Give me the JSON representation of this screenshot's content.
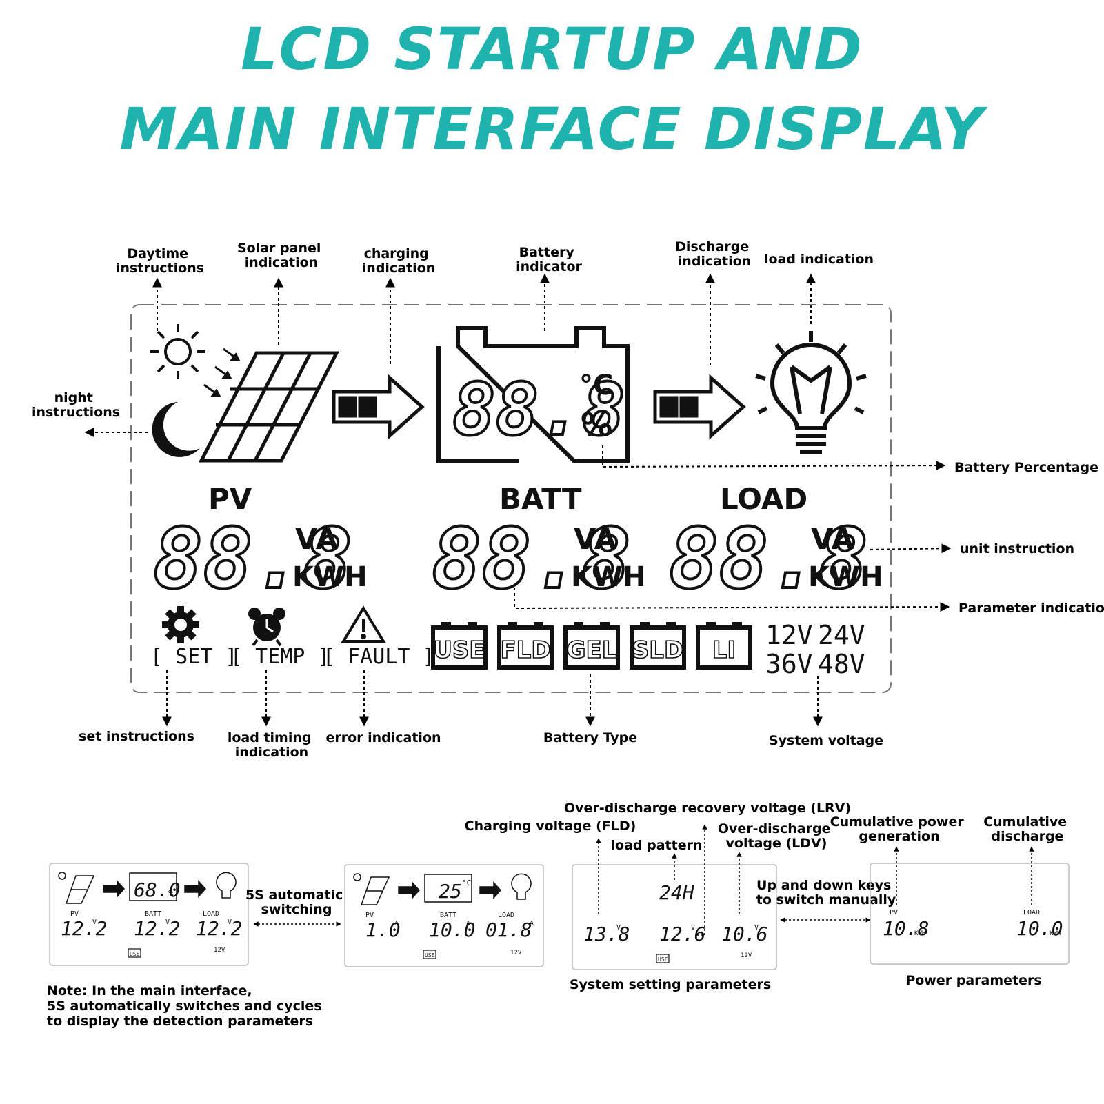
{
  "title": {
    "line1": "LCD STARTUP AND",
    "line2": "MAIN INTERFACE DISPLAY"
  },
  "colors": {
    "accent": "#1fb3ad",
    "ink": "#111111"
  },
  "callouts": {
    "daytime": [
      "Daytime",
      "instructions"
    ],
    "solar_panel": [
      "Solar panel",
      "indication"
    ],
    "charging": [
      "charging",
      "indication"
    ],
    "battery_indicator": [
      "Battery",
      "indicator"
    ],
    "discharge": [
      "Discharge",
      "indication"
    ],
    "load": "load indication",
    "night": [
      "night",
      "instructions"
    ],
    "battery_percentage": "Battery Percentage",
    "unit_instruction": "unit instruction",
    "parameter_indication": "Parameter indication",
    "set": "set instructions",
    "load_timing": [
      "load timing",
      "indication"
    ],
    "error": "error indication",
    "battery_type": "Battery Type",
    "system_voltage": "System voltage"
  },
  "lcd": {
    "battery_value": "88.8",
    "unit_celsius": "°C",
    "unit_percent": "%",
    "sections": [
      {
        "label": "PV",
        "value": "88.8",
        "unit_top": "VA",
        "unit_bottom": "KWH"
      },
      {
        "label": "BATT",
        "value": "88.8",
        "unit_top": "VA",
        "unit_bottom": "KWH"
      },
      {
        "label": "LOAD",
        "value": "88.8",
        "unit_top": "VA",
        "unit_bottom": "KWH"
      }
    ],
    "indicators": [
      "[ SET ]",
      "[ TEMP ]",
      "[ FAULT ]"
    ],
    "battery_types": [
      "USE",
      "FLD",
      "GEL",
      "SLD",
      "LI"
    ],
    "voltages": [
      "12V",
      "24V",
      "36V",
      "48V"
    ]
  },
  "mini": {
    "screen1": {
      "batt_pct": "68.0",
      "pct": "%",
      "pv": "12.2",
      "batt": "12.2",
      "load": "12.2",
      "unit": "V",
      "pv_label": "PV",
      "batt_label": "BATT",
      "load_label": "LOAD",
      "type": "USE",
      "voltage": "12V"
    },
    "switch_label": [
      "5S automatic",
      "switching"
    ],
    "screen2": {
      "temp": "25",
      "temp_unit": "°C",
      "pv": "1.0",
      "batt": "10.0",
      "load": "01.8",
      "unit": "A",
      "pv_label": "PV",
      "batt_label": "BATT",
      "load_label": "LOAD",
      "type": "USE",
      "voltage": "12V"
    },
    "screen3": {
      "pattern": "24H",
      "fld": "13.8",
      "lrv": "12.6",
      "ldv": "10.6",
      "unit": "V",
      "type": "USE",
      "voltage": "12V"
    },
    "screen3_labels": {
      "lrv": "Over-discharge recovery voltage (LRV)",
      "fld": "Charging voltage (FLD)",
      "pattern": "load pattern",
      "ldv": [
        "Over-discharge",
        "voltage (LDV)"
      ]
    },
    "updown_label": [
      "Up and down keys",
      "to switch manually"
    ],
    "screen4": {
      "pv_label": "PV",
      "pv": "10.8",
      "load_label": "LOAD",
      "load": "10.0",
      "unit": "KWH"
    },
    "screen4_labels": {
      "generation": [
        "Cumulative power",
        "generation"
      ],
      "discharge": [
        "Cumulative",
        "discharge"
      ]
    },
    "captions": {
      "system": "System setting parameters",
      "power": "Power parameters"
    },
    "note": [
      "Note: In the main interface,",
      "5S automatically switches and cycles",
      "to display the detection parameters"
    ]
  }
}
